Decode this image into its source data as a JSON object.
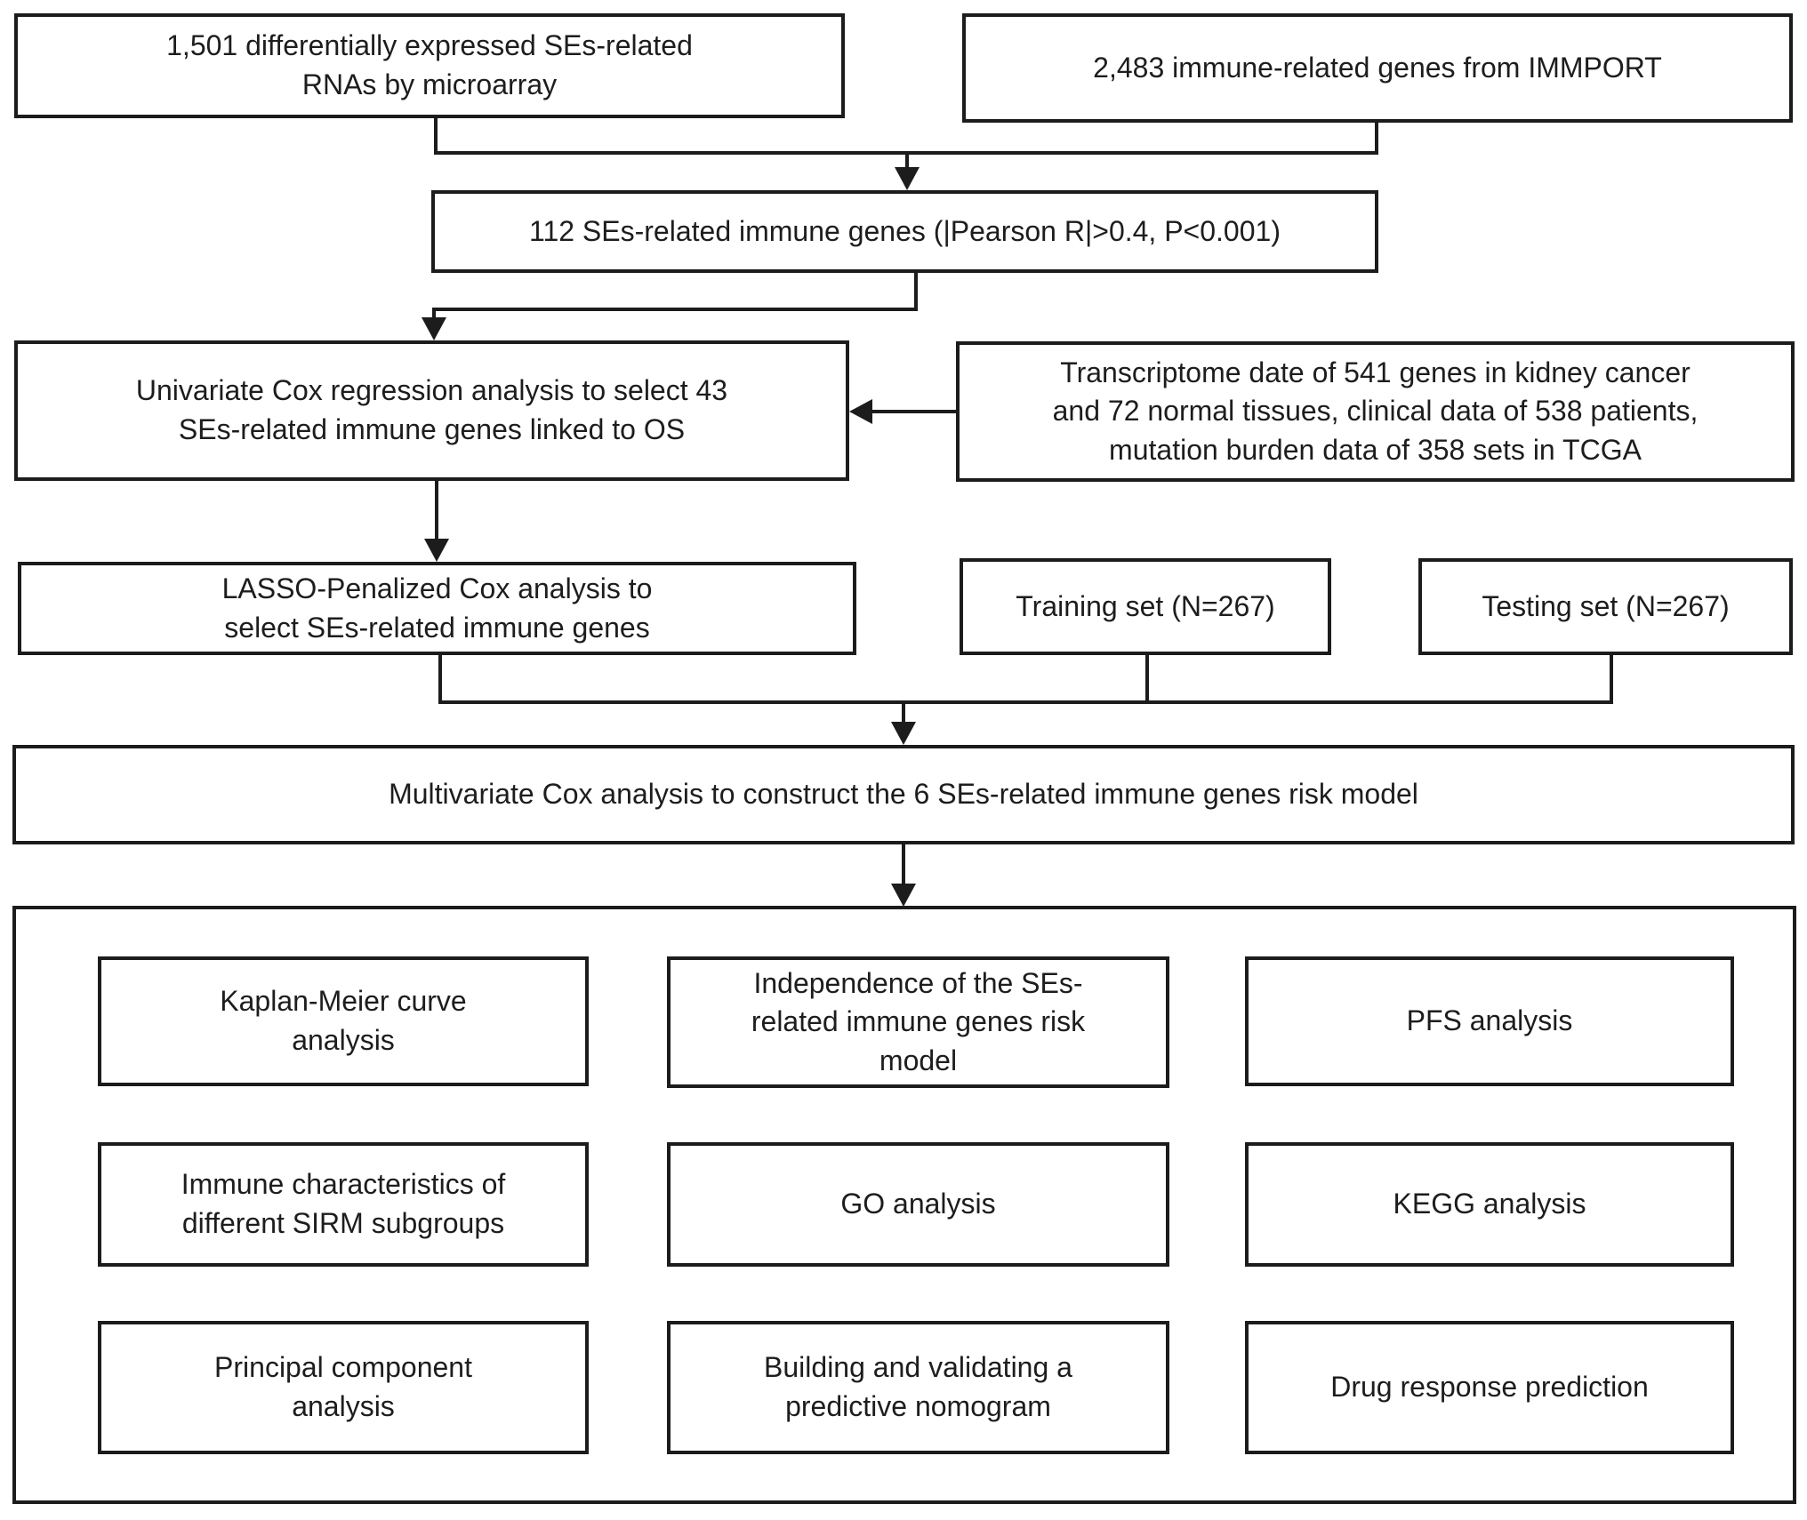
{
  "figure": {
    "nodes": {
      "microarray": {
        "label": "1,501 differentially expressed SEs-related\nRNAs by microarray"
      },
      "immport": {
        "label": "2,483 immune-related genes from IMMPORT"
      },
      "pearson": {
        "label": "112 SEs-related immune genes (|Pearson R|>0.4, P<0.001)"
      },
      "univariate": {
        "label": "Univariate Cox regression analysis to select 43\nSEs-related immune genes linked to OS"
      },
      "tcga": {
        "label": "Transcriptome date of 541 genes in kidney cancer\nand 72 normal tissues, clinical data of 538 patients,\nmutation burden data of 358 sets in TCGA"
      },
      "lasso": {
        "label": "LASSO-Penalized Cox analysis to\nselect SEs-related immune genes"
      },
      "training_set": {
        "label": "Training set (N=267)"
      },
      "testing_set": {
        "label": "Testing set (N=267)"
      },
      "multivariate": {
        "label": "Multivariate Cox analysis to construct the 6 SEs-related immune genes risk model"
      },
      "kaplan_meier": {
        "label": "Kaplan-Meier curve\nanalysis"
      },
      "independence": {
        "label": "Independence of the SEs-\nrelated immune genes risk\nmodel"
      },
      "pfs": {
        "label": "PFS analysis"
      },
      "immune_char": {
        "label": "Immune characteristics of\ndifferent SIRM subgroups"
      },
      "go": {
        "label": "GO analysis"
      },
      "kegg": {
        "label": "KEGG analysis"
      },
      "pca": {
        "label": "Principal component\nanalysis"
      },
      "nomogram": {
        "label": "Building and validating a\npredictive nomogram"
      },
      "drug": {
        "label": "Drug response prediction"
      }
    },
    "colors": {
      "line": "#1c1c1c",
      "box_border": "#1c1c1c",
      "box_background": "#ffffff",
      "text": "#1d1d1d",
      "page_background": "#ffffff"
    }
  }
}
